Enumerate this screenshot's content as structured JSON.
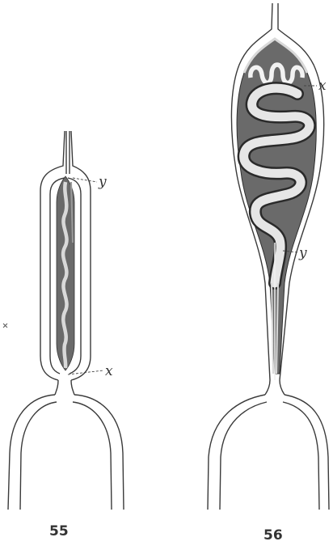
{
  "figure_55": {
    "number": "55",
    "label_y": "y",
    "label_x": "x"
  },
  "figure_56": {
    "number": "56",
    "label_x": "x",
    "label_y": "y"
  },
  "colors": {
    "outline": "#3a3a3a",
    "dark_fill": "#6a6a6a",
    "light_band": "#d9d9d9",
    "background": "#ffffff"
  }
}
